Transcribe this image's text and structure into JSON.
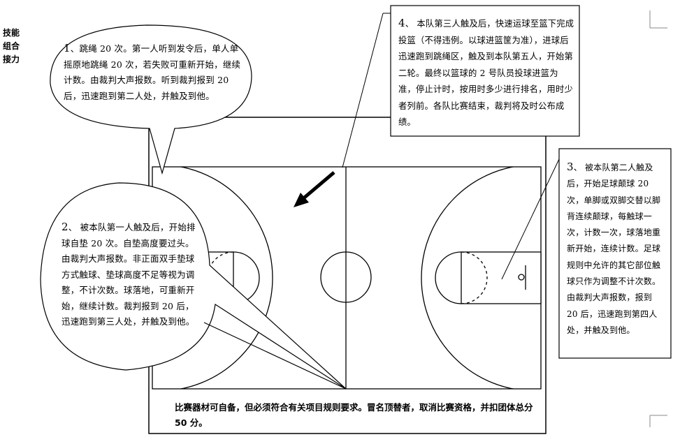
{
  "side_title": [
    "技能",
    "组合",
    "接力"
  ],
  "callouts": {
    "step1": {
      "num": "1",
      "text": "、跳绳 20 次。第一人听到发令后，单人单摇原地跳绳 20 次，若失败可重新开始，继续计数。由裁判大声报数。听到裁判报到 20 后，迅速跑到第二人处，并触及到他。"
    },
    "step2": {
      "num": "2",
      "text": "、 被本队第一人触及后，开始排球自垫 20 次。自垫高度要过头。由裁判大声报数。非正面双手垫球方式触球、垫球高度不足等视为调整，不计次数。球落地，可重新开始，继续计数。裁判报到 20 后，迅速跑到第三人处，并触及到他。"
    },
    "step3": {
      "num": "3",
      "text": "、 被本队第二人触及后，开始足球颠球 20 次，单脚或双脚交替以脚背连续颠球，每触球一次，计数一次，球落地重新开始，连续计数。足球规则中允许的其它部位触球只作为调整不计次数。由裁判大声报数，报到 20 后，迅速跑到第四人处，并触及到他。"
    },
    "step4": {
      "num": "4",
      "text": "、 本队第三人触及后，快速运球至篮下完成投篮（不得违例。以球进篮筐为准），进球后迅速跑到跳绳区，触及到本队第五人，开始第二轮。最终以篮球的 2 号队员投球进篮为准，停止计时，按用时多少进行排名，用时少者列前。各队比赛结束，裁判将及时公布成绩。"
    }
  },
  "note": "比赛器材可自备，但必须符合有关项目规则要求。冒名顶替者，取消比赛资格，并扣团体总分 50 分。"
}
